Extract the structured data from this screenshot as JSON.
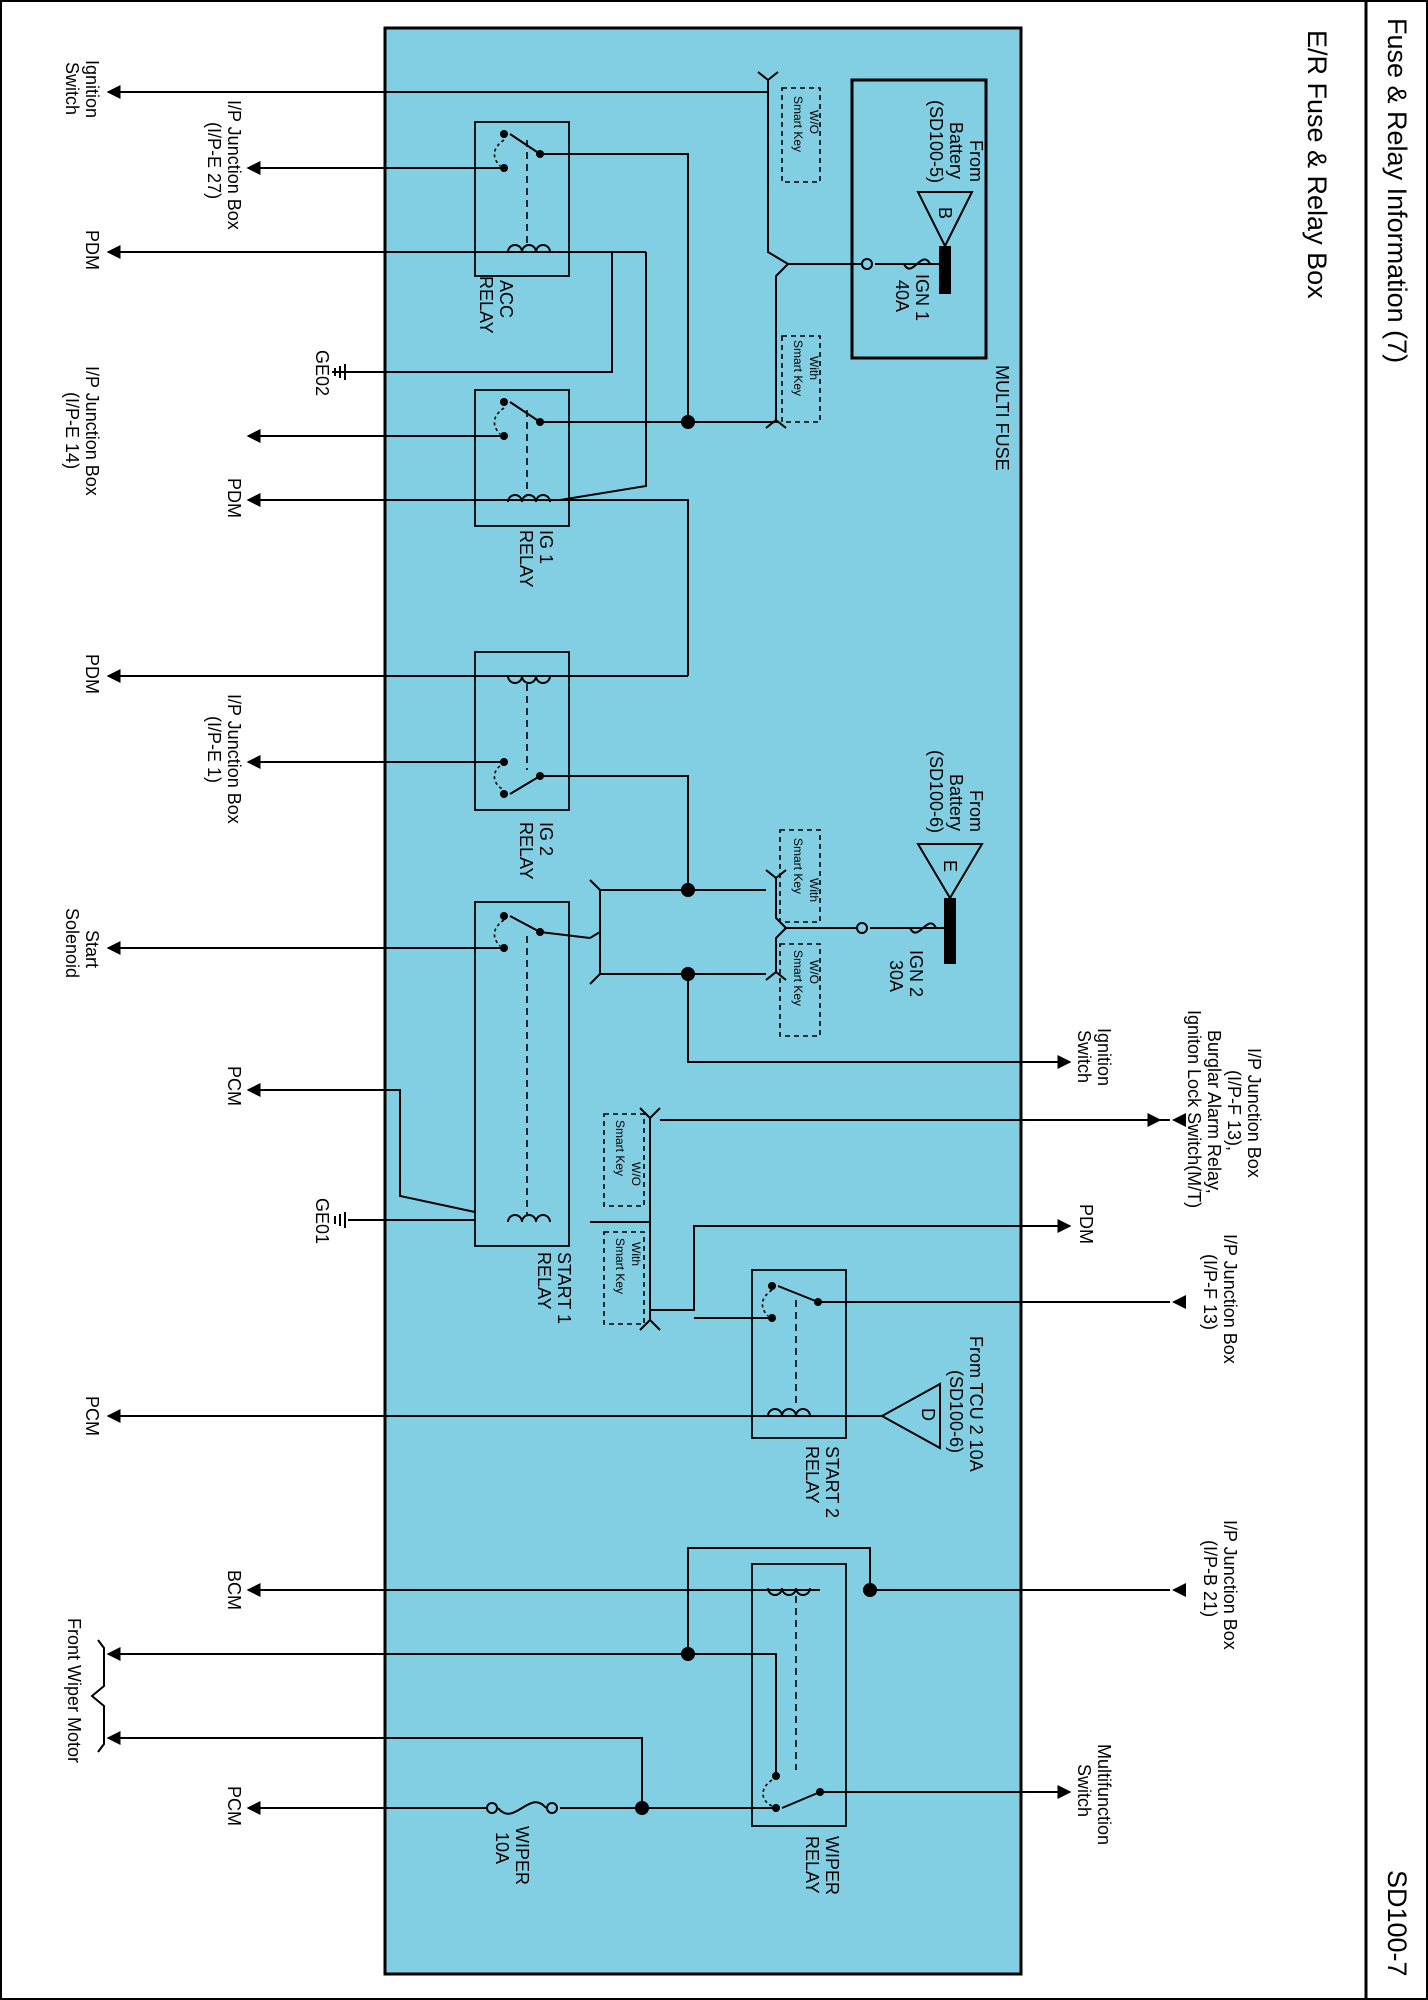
{
  "header": {
    "title": "Fuse & Relay Information (7)",
    "subtitle": "E/R Fuse & Relay Box",
    "page_code": "SD100-7"
  },
  "colors": {
    "box_fill": "#82CFE3",
    "line": "#000000",
    "background": "#FFFFFF"
  },
  "multi_fuse": {
    "label": "MULTI FUSE",
    "ign1": {
      "name": "IGN 1",
      "rating": "40A"
    },
    "ign2": {
      "name": "IGN 2",
      "rating": "30A"
    },
    "battery_b": {
      "letter": "B",
      "lines": [
        "From",
        "Battery",
        "(SD100-5)"
      ]
    },
    "battery_e": {
      "letter": "E",
      "lines": [
        "From",
        "Battery",
        "(SD100-6)"
      ]
    }
  },
  "smart_key": {
    "wo": [
      "W/O",
      "Smart Key"
    ],
    "with": [
      "With",
      "Smart Key"
    ]
  },
  "relays": {
    "acc": [
      "ACC",
      "RELAY"
    ],
    "ig1": [
      "IG 1",
      "RELAY"
    ],
    "ig2": [
      "IG 2",
      "RELAY"
    ],
    "start1": [
      "START 1",
      "RELAY"
    ],
    "start2": [
      "START 2",
      "RELAY"
    ],
    "wiper": [
      "WIPER",
      "RELAY"
    ]
  },
  "wiper_fuse": {
    "name": "WIPER",
    "rating": "10A"
  },
  "tcu": {
    "letter": "D",
    "lines": [
      "From TCU 2 10A",
      "(SD100-6)"
    ]
  },
  "left_connections": {
    "ignition_switch": [
      "Ignition",
      "Switch"
    ],
    "ipe27": [
      "I/P Junction Box",
      "(I/P-E",
      "27",
      ")"
    ],
    "pdm1": "PDM",
    "ge02": "GE02",
    "ipe14": [
      "I/P Junction Box",
      "(I/P-E",
      "14",
      ")"
    ],
    "pdm2": "PDM",
    "pdm3": "PDM",
    "ipe1": [
      "I/P Junction Box",
      "(I/P-E",
      "1",
      ")"
    ],
    "start_solenoid": [
      "Start",
      "Solenoid"
    ],
    "pcm1": "PCM",
    "ge01": "GE01",
    "pcm2": "PCM",
    "bcm": "BCM",
    "front_wiper_motor": "Front Wiper Motor",
    "pcm3": "PCM"
  },
  "right_connections": {
    "ignition_switch": [
      "Ignition",
      "Switch"
    ],
    "ipf13_a": [
      "I/P Junction Box",
      "(I/P-F",
      "13",
      "),",
      "Burglar Alarm Relay,",
      "Igniton Lock Switch(M/T)"
    ],
    "pdm": "PDM",
    "ipf13_b": [
      "I/P Junction Box",
      "(I/P-F",
      "13",
      ")"
    ],
    "ipb21": [
      "I/P Junction Box",
      "(I/P-B",
      "21",
      ")"
    ],
    "multifunction_switch": [
      "Multifunction",
      "Switch"
    ]
  }
}
